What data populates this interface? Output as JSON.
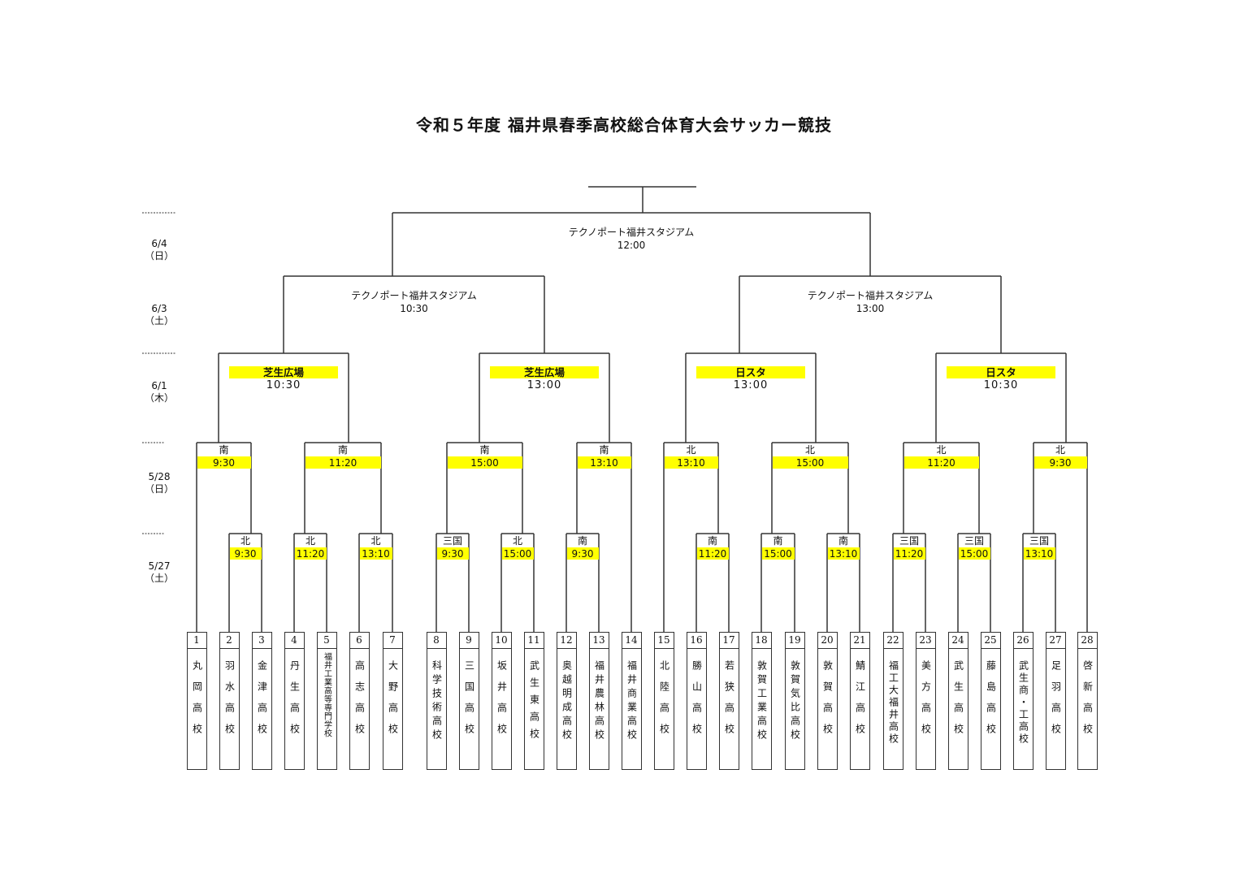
{
  "title": "令和５年度 福井県春季高校総合体育大会サッカー競技",
  "dates": [
    {
      "date": "6/4",
      "day": "（日）"
    },
    {
      "date": "6/3",
      "day": "（土）"
    },
    {
      "date": "6/1",
      "day": "（木）"
    },
    {
      "date": "5/28",
      "day": "（日）"
    },
    {
      "date": "5/27",
      "day": "（土）"
    }
  ],
  "matches": {
    "final": [
      {
        "venue": "テクノポート福井スタジアム",
        "time": "12:00"
      }
    ],
    "semifinal": [
      {
        "venue": "テクノポート福井スタジアム",
        "time": "10:30"
      },
      {
        "venue": "テクノポート福井スタジアム",
        "time": "13:00"
      }
    ],
    "round3": [
      {
        "venue": "芝生広場",
        "time": "10:30"
      },
      {
        "venue": "芝生広場",
        "time": "13:00"
      },
      {
        "venue": "日スタ",
        "time": "13:00"
      },
      {
        "venue": "日スタ",
        "time": "10:30"
      }
    ],
    "round2": [
      {
        "venue": "南",
        "time": "9:30"
      },
      {
        "venue": "南",
        "time": "11:20"
      },
      {
        "venue": "南",
        "time": "15:00"
      },
      {
        "venue": "南",
        "time": "13:10"
      },
      {
        "venue": "北",
        "time": "13:10"
      },
      {
        "venue": "北",
        "time": "15:00"
      },
      {
        "venue": "北",
        "time": "11:20"
      },
      {
        "venue": "北",
        "time": "9:30"
      }
    ],
    "round1": [
      {
        "venue": "北",
        "time": "9:30"
      },
      {
        "venue": "北",
        "time": "11:20"
      },
      {
        "venue": "北",
        "time": "13:10"
      },
      {
        "venue": "三国",
        "time": "9:30"
      },
      {
        "venue": "北",
        "time": "15:00"
      },
      {
        "venue": "南",
        "time": "9:30"
      },
      {
        "venue": "南",
        "time": "11:20"
      },
      {
        "venue": "南",
        "time": "15:00"
      },
      {
        "venue": "南",
        "time": "13:10"
      },
      {
        "venue": "三国",
        "time": "11:20"
      },
      {
        "venue": "三国",
        "time": "15:00"
      },
      {
        "venue": "三国",
        "time": "13:10"
      }
    ]
  },
  "teams": [
    {
      "no": "1",
      "name": "丸岡高校"
    },
    {
      "no": "2",
      "name": "羽水高校"
    },
    {
      "no": "3",
      "name": "金津高校"
    },
    {
      "no": "4",
      "name": "丹生高校"
    },
    {
      "no": "5",
      "name": "福井工業高等専門学校"
    },
    {
      "no": "6",
      "name": "高志高校"
    },
    {
      "no": "7",
      "name": "大野高校"
    },
    {
      "no": "8",
      "name": "科学技術高校"
    },
    {
      "no": "9",
      "name": "三国高校"
    },
    {
      "no": "10",
      "name": "坂井高校"
    },
    {
      "no": "11",
      "name": "武生東高校"
    },
    {
      "no": "12",
      "name": "奥越明成高校"
    },
    {
      "no": "13",
      "name": "福井農林高校"
    },
    {
      "no": "14",
      "name": "福井商業高校"
    },
    {
      "no": "15",
      "name": "北陸高校"
    },
    {
      "no": "16",
      "name": "勝山高校"
    },
    {
      "no": "17",
      "name": "若狭高校"
    },
    {
      "no": "18",
      "name": "敦賀工業高校"
    },
    {
      "no": "19",
      "name": "敦賀気比高校"
    },
    {
      "no": "20",
      "name": "敦賀高校"
    },
    {
      "no": "21",
      "name": "鯖江高校"
    },
    {
      "no": "22",
      "name": "福工大福井高校"
    },
    {
      "no": "23",
      "name": "美方高校"
    },
    {
      "no": "24",
      "name": "武生高校"
    },
    {
      "no": "25",
      "name": "藤島高校"
    },
    {
      "no": "26",
      "name": "武生商・工高校"
    },
    {
      "no": "27",
      "name": "足羽高校"
    },
    {
      "no": "28",
      "name": "啓新高校"
    }
  ]
}
